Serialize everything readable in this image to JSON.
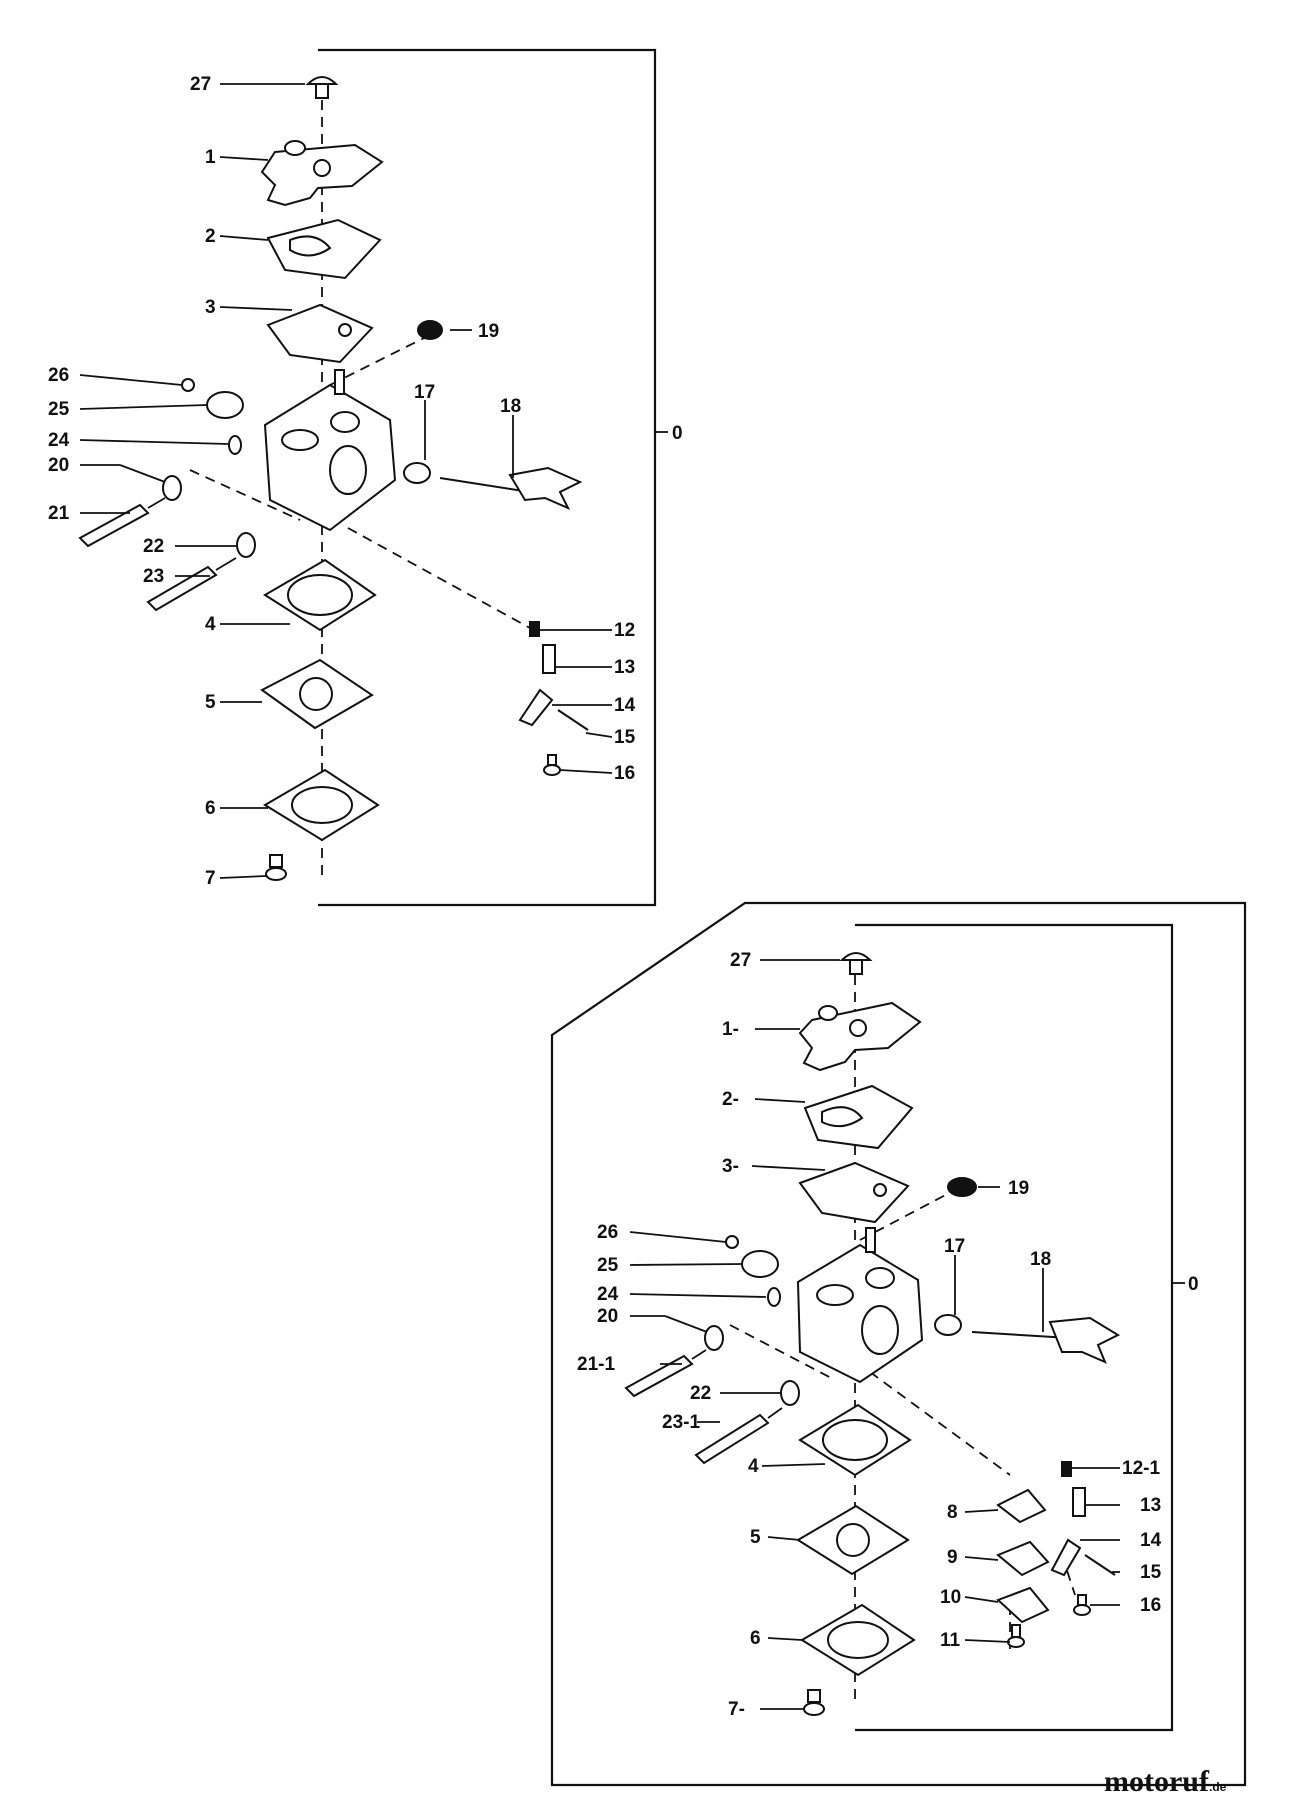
{
  "colors": {
    "line": "#111111",
    "background": "#ffffff",
    "logo_accent": "#e3a020"
  },
  "assemblies": [
    {
      "assembly_label": "0",
      "callouts": [
        "27",
        "1",
        "2",
        "3",
        "19",
        "26",
        "25",
        "17",
        "18",
        "24",
        "20",
        "21",
        "22",
        "23",
        "4",
        "12",
        "13",
        "5",
        "14",
        "15",
        "16",
        "6",
        "7"
      ]
    },
    {
      "assembly_label": "0",
      "callouts": [
        "27",
        "1-",
        "2-",
        "3-",
        "19",
        "26",
        "25",
        "17",
        "18",
        "24",
        "20",
        "21-1",
        "22",
        "23-1",
        "4",
        "12-1",
        "13",
        "8",
        "14",
        "5",
        "9",
        "15",
        "10",
        "16",
        "6",
        "11",
        "7-"
      ]
    }
  ],
  "watermark": {
    "brand": "motoruf",
    "suffix": ".de"
  }
}
